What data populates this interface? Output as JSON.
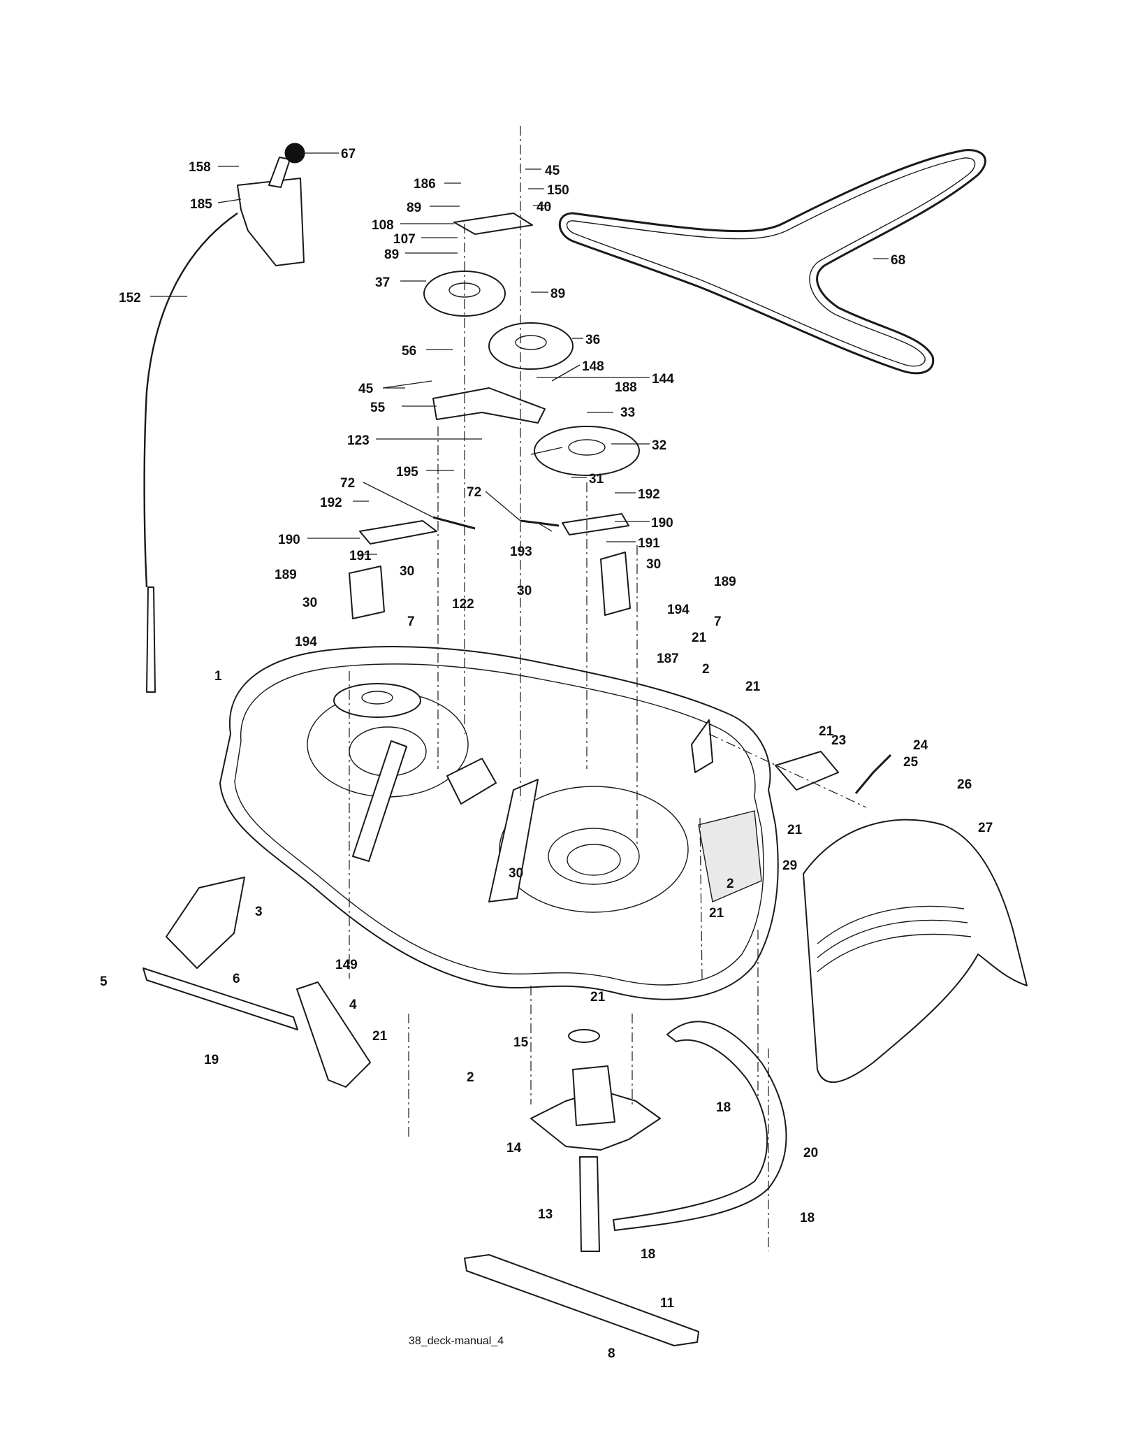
{
  "caption": "38_deck-manual_4",
  "callouts": [
    {
      "id": "c158",
      "text": "158"
    },
    {
      "id": "c67",
      "text": "67"
    },
    {
      "id": "c185",
      "text": "185"
    },
    {
      "id": "c152",
      "text": "152"
    },
    {
      "id": "c186",
      "text": "186"
    },
    {
      "id": "c45a",
      "text": "45"
    },
    {
      "id": "c150",
      "text": "150"
    },
    {
      "id": "c89a",
      "text": "89"
    },
    {
      "id": "c40",
      "text": "40"
    },
    {
      "id": "c108",
      "text": "108"
    },
    {
      "id": "c107",
      "text": "107"
    },
    {
      "id": "c89b",
      "text": "89"
    },
    {
      "id": "c37",
      "text": "37"
    },
    {
      "id": "c89c",
      "text": "89"
    },
    {
      "id": "c68",
      "text": "68"
    },
    {
      "id": "c36",
      "text": "36"
    },
    {
      "id": "c56",
      "text": "56"
    },
    {
      "id": "c148",
      "text": "148"
    },
    {
      "id": "c45b",
      "text": "45"
    },
    {
      "id": "c144",
      "text": "144"
    },
    {
      "id": "c55",
      "text": "55"
    },
    {
      "id": "c188",
      "text": "188"
    },
    {
      "id": "c33",
      "text": "33"
    },
    {
      "id": "c123",
      "text": "123"
    },
    {
      "id": "c32",
      "text": "32"
    },
    {
      "id": "c195",
      "text": "195"
    },
    {
      "id": "c31",
      "text": "31"
    },
    {
      "id": "c72a",
      "text": "72"
    },
    {
      "id": "c192a",
      "text": "192"
    },
    {
      "id": "c72b",
      "text": "72"
    },
    {
      "id": "c192b",
      "text": "192"
    },
    {
      "id": "c190a",
      "text": "190"
    },
    {
      "id": "c190b",
      "text": "190"
    },
    {
      "id": "c191a",
      "text": "191"
    },
    {
      "id": "c191b",
      "text": "191"
    },
    {
      "id": "c193",
      "text": "193"
    },
    {
      "id": "c30a",
      "text": "30"
    },
    {
      "id": "c30b",
      "text": "30"
    },
    {
      "id": "c189a",
      "text": "189"
    },
    {
      "id": "c30c",
      "text": "30"
    },
    {
      "id": "c122",
      "text": "122"
    },
    {
      "id": "c30d",
      "text": "30"
    },
    {
      "id": "c189b",
      "text": "189"
    },
    {
      "id": "c194a",
      "text": "194"
    },
    {
      "id": "c7a",
      "text": "7"
    },
    {
      "id": "c194b",
      "text": "194"
    },
    {
      "id": "c7b",
      "text": "7"
    },
    {
      "id": "c21a",
      "text": "21"
    },
    {
      "id": "c187",
      "text": "187"
    },
    {
      "id": "c1",
      "text": "1"
    },
    {
      "id": "c2a",
      "text": "2"
    },
    {
      "id": "c21b",
      "text": "21"
    },
    {
      "id": "c21c",
      "text": "21"
    },
    {
      "id": "c23",
      "text": "23"
    },
    {
      "id": "c24",
      "text": "24"
    },
    {
      "id": "c25",
      "text": "25"
    },
    {
      "id": "c26",
      "text": "26"
    },
    {
      "id": "c21d",
      "text": "21"
    },
    {
      "id": "c27",
      "text": "27"
    },
    {
      "id": "c29",
      "text": "29"
    },
    {
      "id": "c30e",
      "text": "30"
    },
    {
      "id": "c2b",
      "text": "2"
    },
    {
      "id": "c21e",
      "text": "21"
    },
    {
      "id": "c3",
      "text": "3"
    },
    {
      "id": "c149",
      "text": "149"
    },
    {
      "id": "c5",
      "text": "5"
    },
    {
      "id": "c6",
      "text": "6"
    },
    {
      "id": "c4",
      "text": "4"
    },
    {
      "id": "c21f",
      "text": "21"
    },
    {
      "id": "c21g",
      "text": "21"
    },
    {
      "id": "c15",
      "text": "15"
    },
    {
      "id": "c2c",
      "text": "2"
    },
    {
      "id": "c19",
      "text": "19"
    },
    {
      "id": "c18a",
      "text": "18"
    },
    {
      "id": "c14",
      "text": "14"
    },
    {
      "id": "c20",
      "text": "20"
    },
    {
      "id": "c18b",
      "text": "18"
    },
    {
      "id": "c13",
      "text": "13"
    },
    {
      "id": "c18c",
      "text": "18"
    },
    {
      "id": "c11",
      "text": "11"
    },
    {
      "id": "c8",
      "text": "8"
    }
  ]
}
